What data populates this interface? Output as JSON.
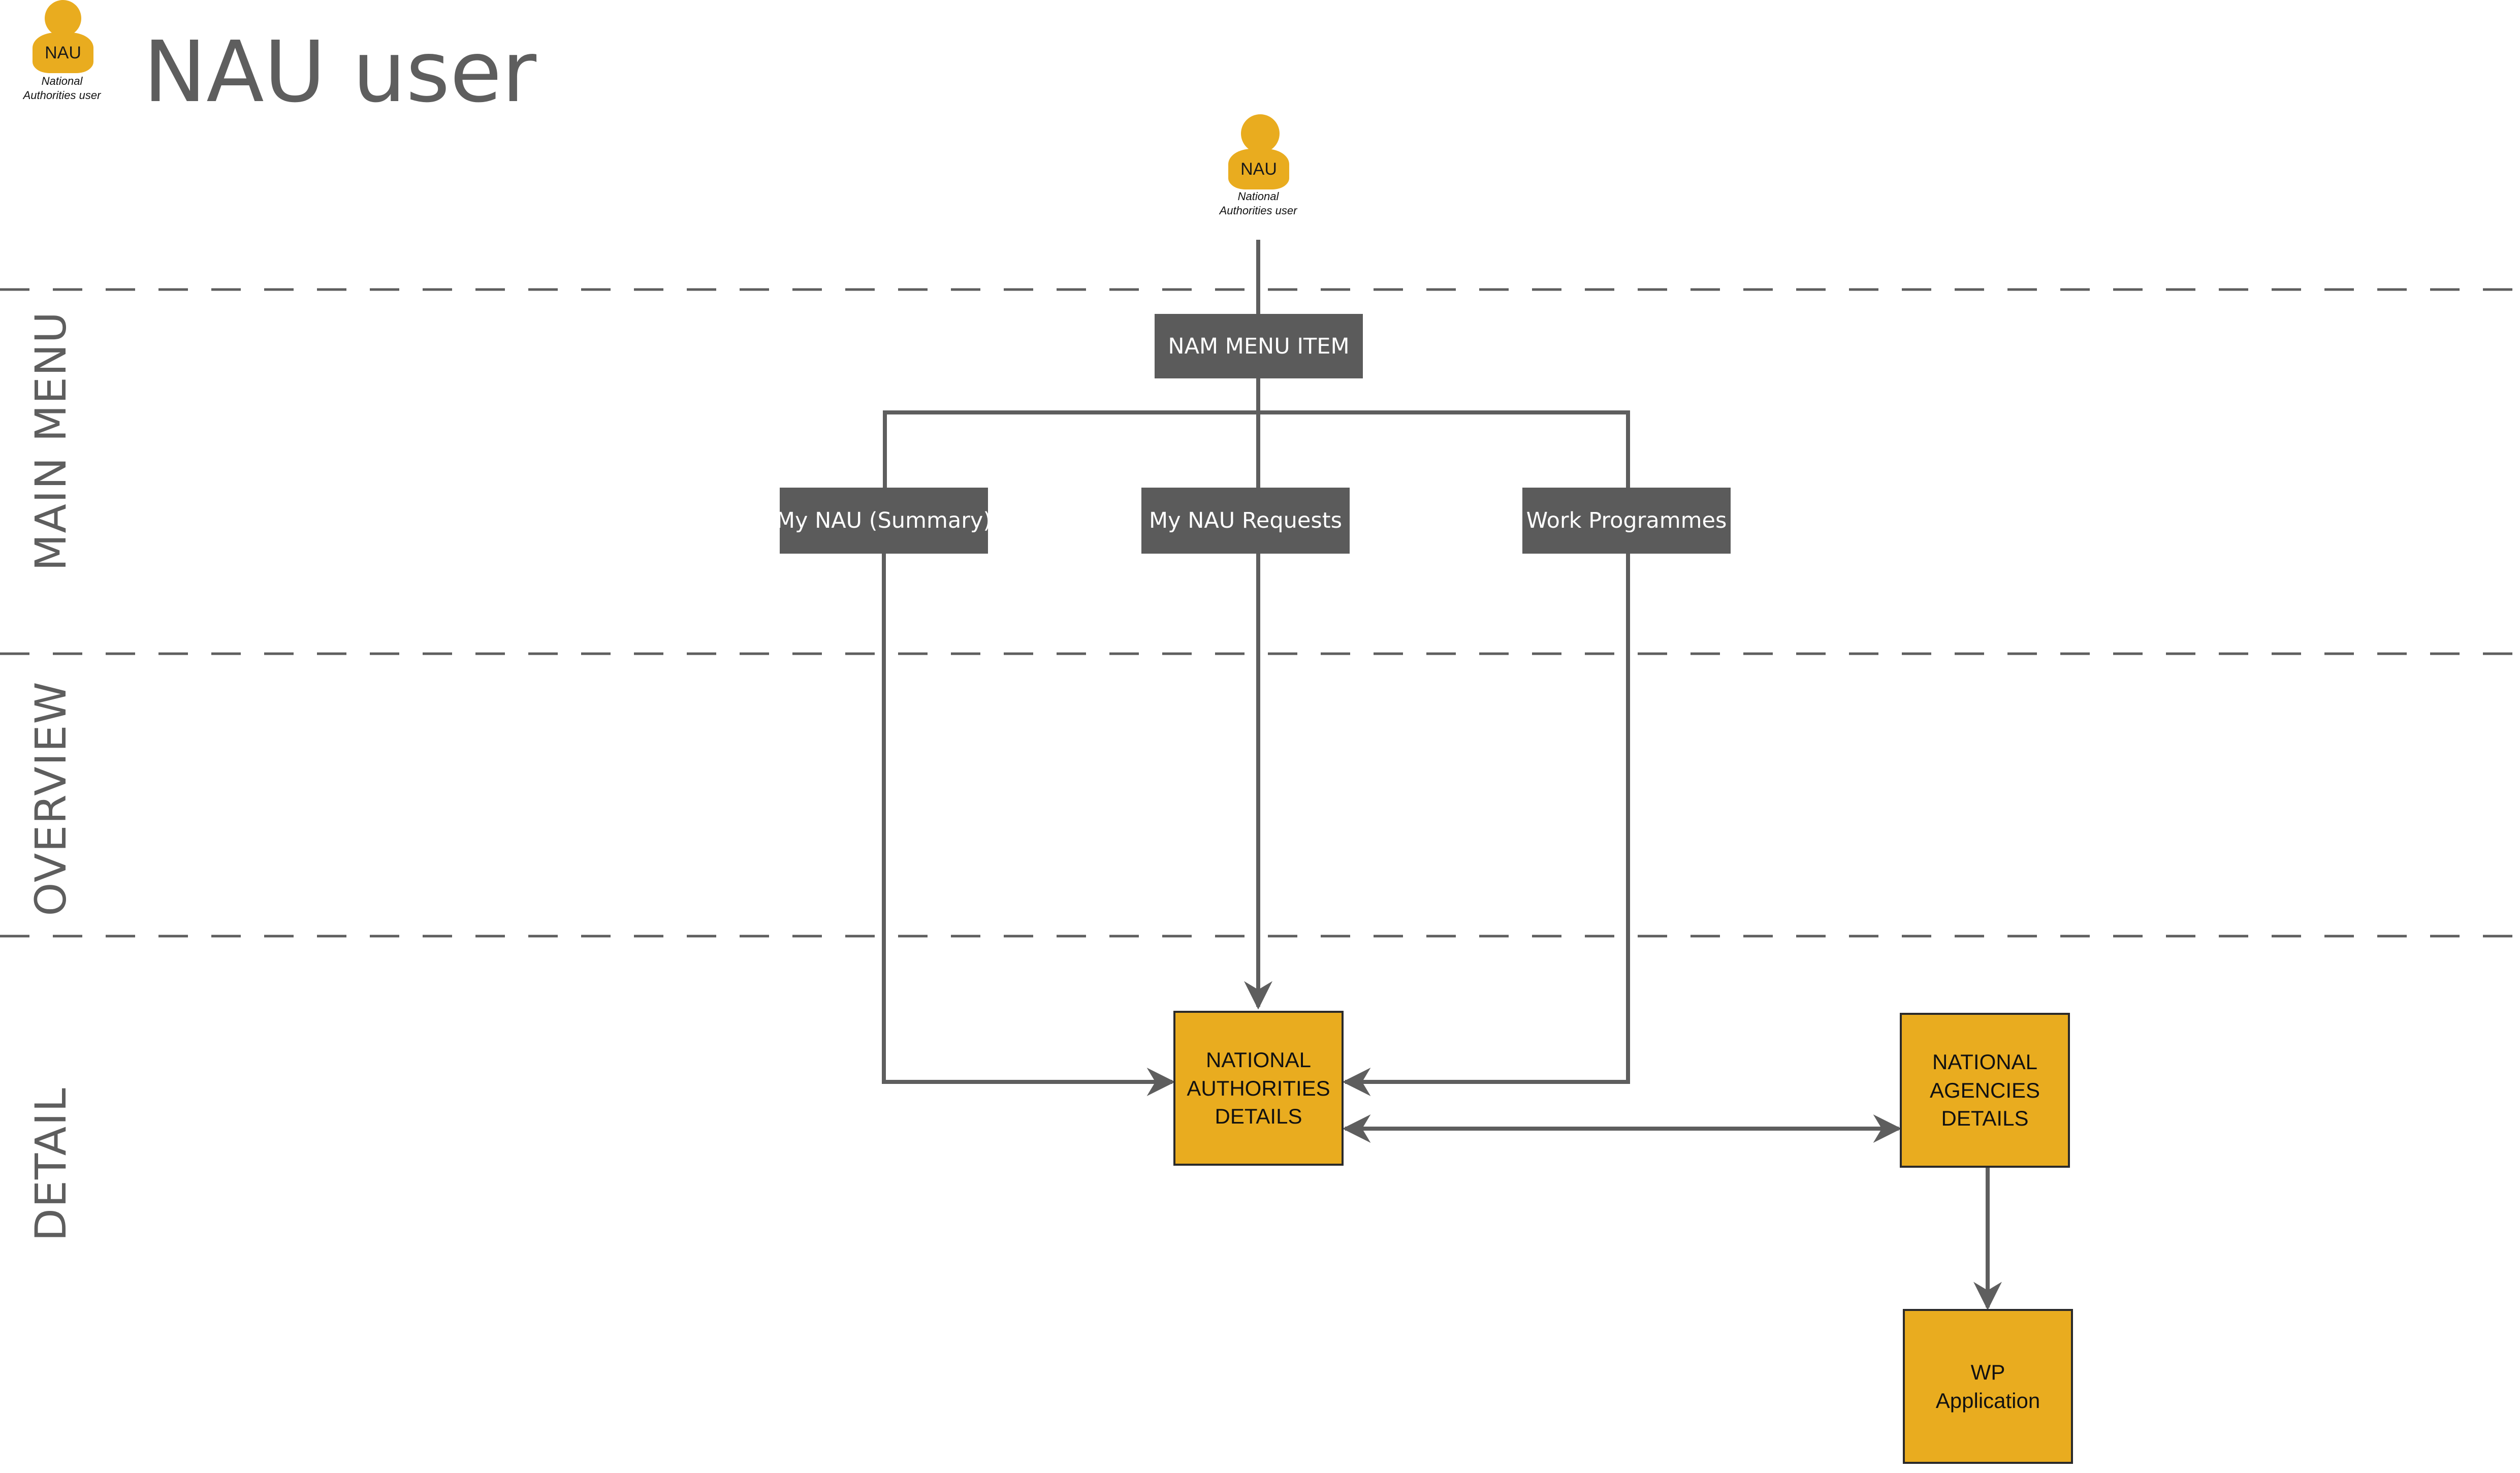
{
  "page_title": "NAU user",
  "actor": {
    "badge": "NAU",
    "caption_line1": "National",
    "caption_line2": "Authorities user"
  },
  "lanes": {
    "main_menu": "MAIN MENU",
    "overview": "OVERVIEW",
    "detail": "DETAIL"
  },
  "menu": {
    "root": "NAM MENU ITEM",
    "items": [
      "My NAU (Summary)",
      "My NAU Requests",
      "Work Programmes"
    ]
  },
  "details": {
    "national_authorities": [
      "NATIONAL",
      "AUTHORITIES",
      "DETAILS"
    ],
    "national_agencies": [
      "NATIONAL",
      "AGENCIES",
      "DETAILS"
    ],
    "wp_application": [
      "WP",
      "Application"
    ]
  },
  "colors": {
    "accent": "#e9ac1f",
    "menu_box": "#5b5b5b",
    "line": "#5e5e5e",
    "text_gray": "#5e5e5e"
  }
}
